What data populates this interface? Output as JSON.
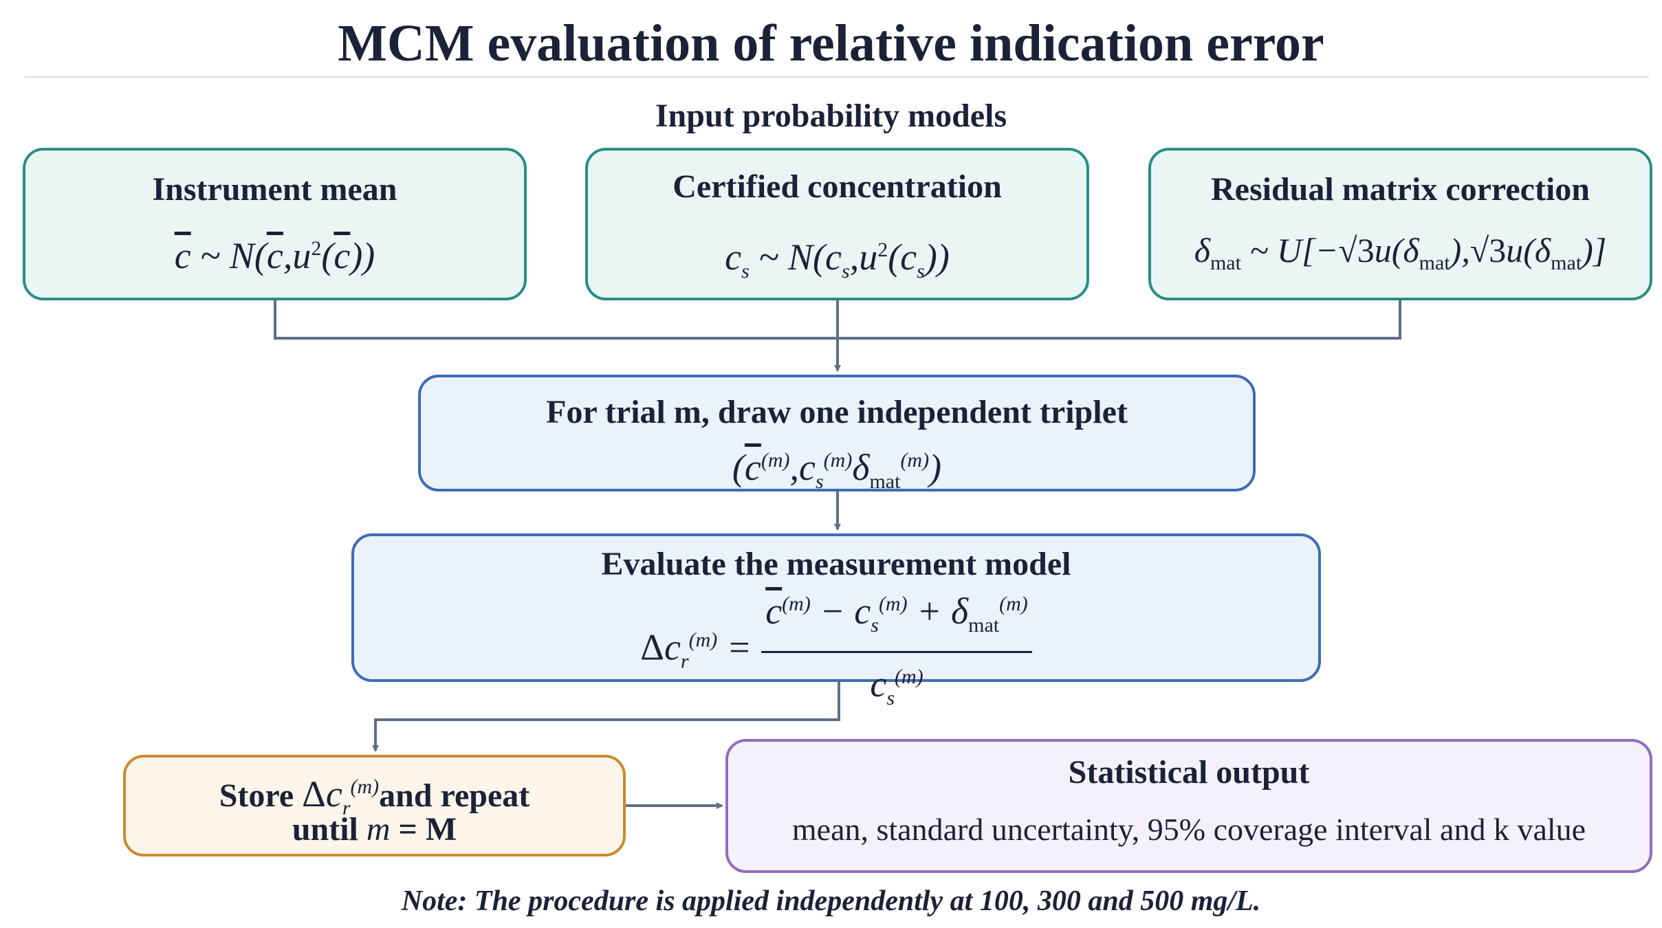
{
  "title": "MCM evaluation of relative indication error",
  "inputs_heading": "Input probability models",
  "inputs": {
    "instrument_mean": {
      "title": "Instrument mean"
    },
    "certified_concentration": {
      "title": "Certified concentration"
    },
    "residual_matrix": {
      "title": "Residual matrix correction"
    }
  },
  "draw_step": {
    "title": "For trial m, draw one independent triplet"
  },
  "evaluate_step": {
    "title": "Evaluate the measurement model"
  },
  "store_step": {
    "line1_prefix": "Store",
    "line1_suffix": "and repeat",
    "line2_prefix": "until",
    "line2_m": "m",
    "line2_eq": " = M"
  },
  "output": {
    "title": "Statistical output",
    "text": "mean, standard uncertainty, 95% coverage interval and k value"
  },
  "note": "Note: The procedure is applied independently at 100, 300 and 500 mg/L.",
  "colors": {
    "teal_border": "#2a8d86",
    "teal_fill": "#e9f6f4",
    "blue_border": "#3d6cb5",
    "blue_fill": "#ebf2fb",
    "orange_border": "#c98b2e",
    "orange_fill": "#fcf5ea",
    "purple_border": "#8e6dbd",
    "purple_fill": "#f5f1fb",
    "connector": "#5f6f87"
  }
}
